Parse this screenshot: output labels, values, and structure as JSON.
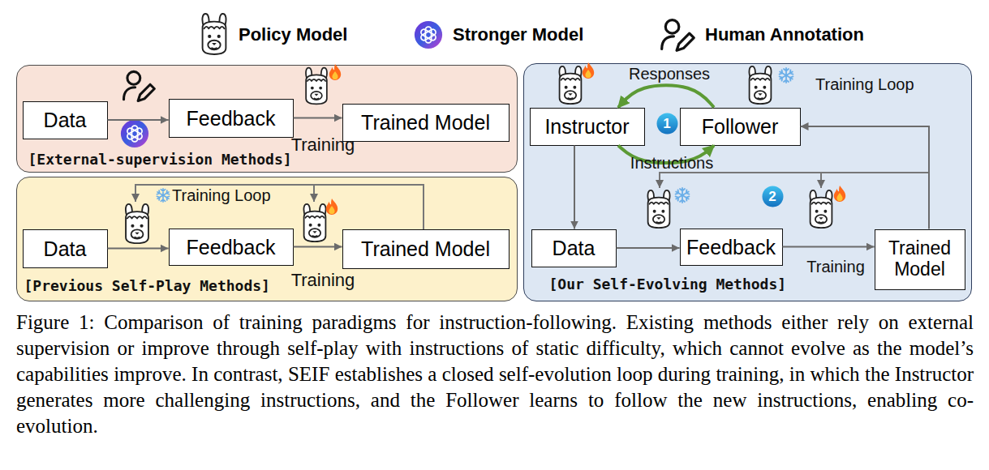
{
  "diagram": {
    "caption": "Figure 1: Comparison of training paradigms for instruction-following. Existing methods either rely on external supervision or improve through self-play with instructions of static difficulty, which cannot evolve as the model’s capabilities improve. In contrast, SEIF establishes a closed self-evolution loop during training, in which the Instructor generates more challenging instructions, and the Follower learns to follow the new instructions, enabling co-evolution.",
    "nodes": [
      {
        "text": [
          "[External-supervision Methods]"
        ]
      },
      {
        "text": [
          "Data"
        ],
        "in": 0
      },
      {
        "text": [
          "Feedback"
        ],
        "in": 0
      },
      {
        "text": [
          "Trained Model"
        ],
        "in": 0
      },
      {
        "text": [
          "[Previous Self-Play Methods]"
        ]
      },
      {
        "text": [
          "Data"
        ],
        "in": 4
      },
      {
        "text": [
          "Feedback"
        ],
        "in": 4
      },
      {
        "text": [
          "Trained Model"
        ],
        "in": 4
      },
      {
        "text": [
          "[Our Self-Evolving Methods]"
        ]
      },
      {
        "text": [
          "Instructor"
        ],
        "in": 8
      },
      {
        "text": [
          "1"
        ],
        "in": 8
      },
      {
        "text": [
          "Follower"
        ],
        "in": 8
      },
      {
        "text": [
          "2"
        ],
        "in": 8
      },
      {
        "text": [
          "Data"
        ],
        "in": 8
      },
      {
        "text": [
          "Feedback"
        ],
        "in": 8
      },
      {
        "text": [
          "Trained Model"
        ],
        "in": 8
      }
    ],
    "edges": [
      {
        "from": 1,
        "to": 2,
        "arrow": "to"
      },
      {
        "from": 2,
        "to": 3,
        "label": "Training",
        "arrow": "to"
      },
      {
        "from": 5,
        "to": 6,
        "arrow": "to"
      },
      {
        "from": 6,
        "to": 7,
        "label": "Training",
        "arrow": "to"
      },
      {
        "from": 9,
        "to": 13,
        "arrow": "to"
      },
      {
        "from": 11,
        "to": 9,
        "label": "Responses",
        "arrow": "to"
      },
      {
        "from": 9,
        "to": 11,
        "label": "Instructions",
        "arrow": "to"
      },
      {
        "from": 13,
        "to": 14,
        "arrow": "to"
      },
      {
        "from": 14,
        "to": 15,
        "label": "Training",
        "arrow": "to"
      },
      {
        "from": 15,
        "to": 11,
        "arrow": "to"
      }
    ],
    "labels": [
      "Training Loop",
      "Training Loop"
    ],
    "legend": [
      {
        "text": "Policy Model"
      },
      {
        "text": "Stronger Model"
      },
      {
        "text": "Human Annotation"
      }
    ]
  }
}
